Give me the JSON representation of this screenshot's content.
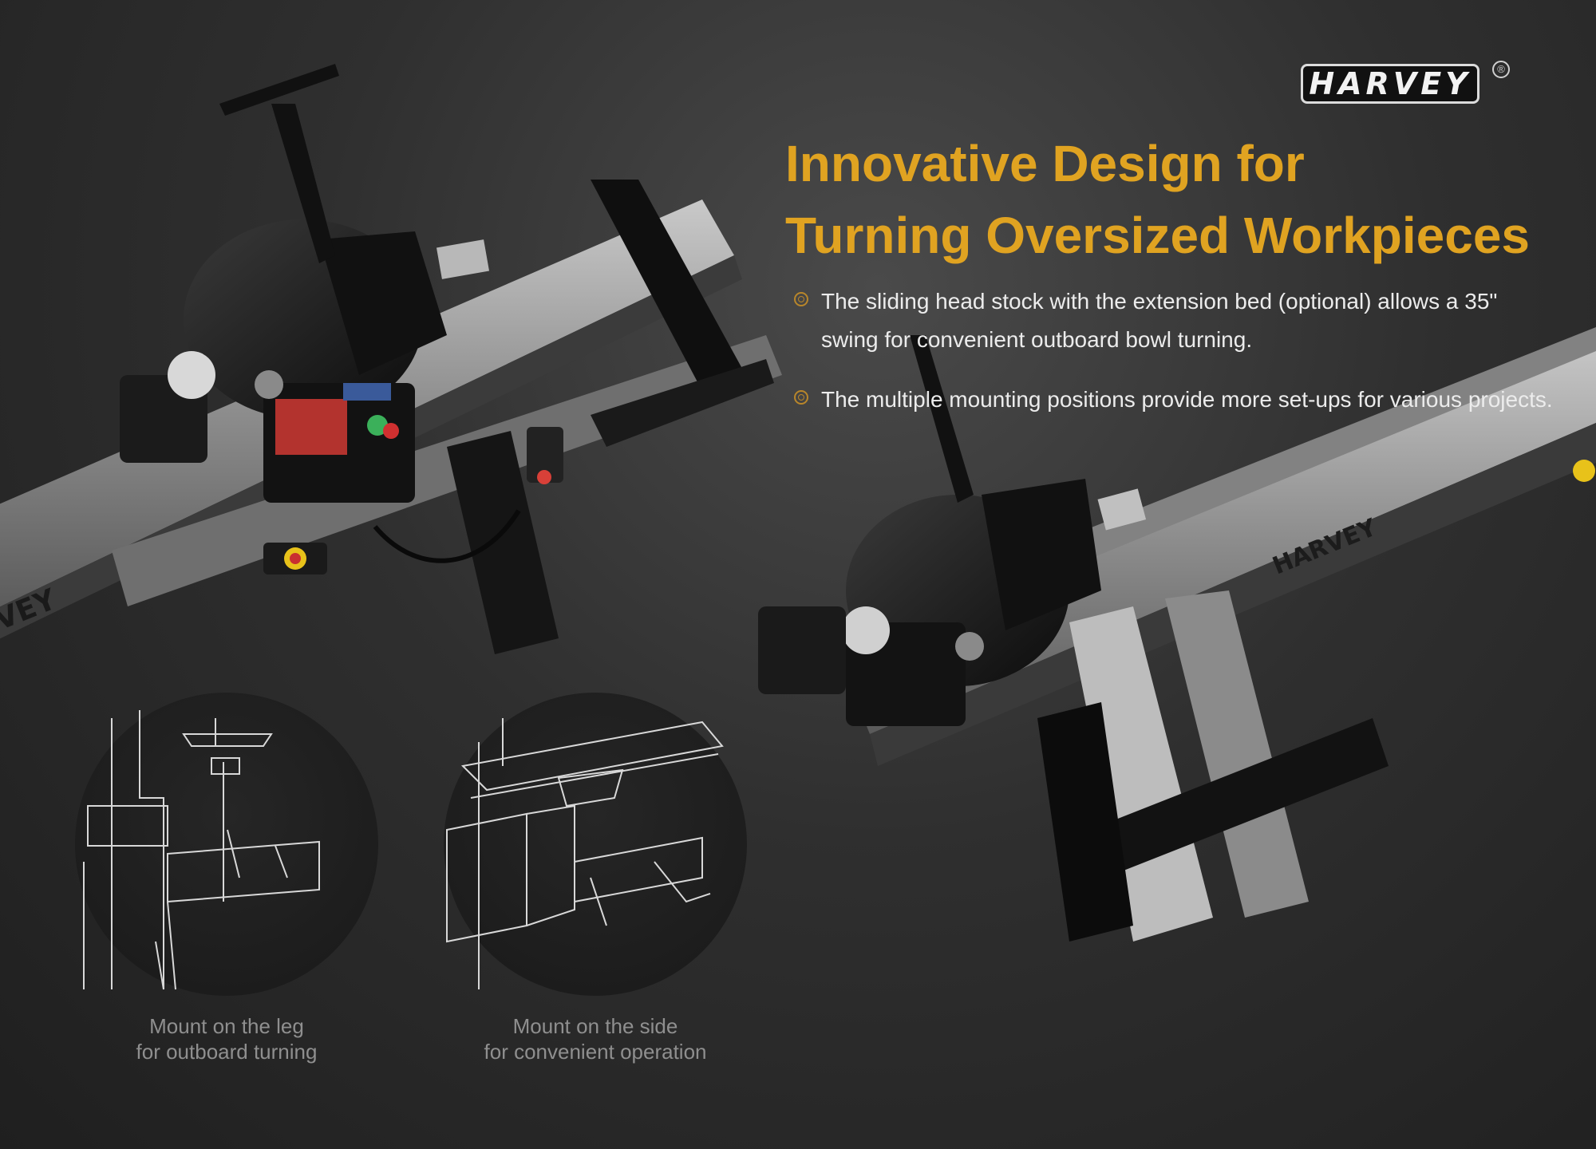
{
  "brand": {
    "logo_text": "HARVEY",
    "registered_mark": "®"
  },
  "headline": {
    "line1": "Innovative Design for",
    "line2": "Turning Oversized Workpieces"
  },
  "features": [
    {
      "text": "The sliding head stock with the extension bed (optional) allows a 35\" swing for convenient outboard bowl turning."
    },
    {
      "text": "The multiple mounting positions provide more set-ups for various projects."
    }
  ],
  "mounts": [
    {
      "caption_line1": "Mount on the leg",
      "caption_line2": "for outboard turning"
    },
    {
      "caption_line1": "Mount on the side",
      "caption_line2": "for convenient operation"
    }
  ],
  "colors": {
    "accent": "#e0a321",
    "background": "#2b2b2b",
    "body_text": "#ececec",
    "caption_text": "#8f8f8f"
  }
}
